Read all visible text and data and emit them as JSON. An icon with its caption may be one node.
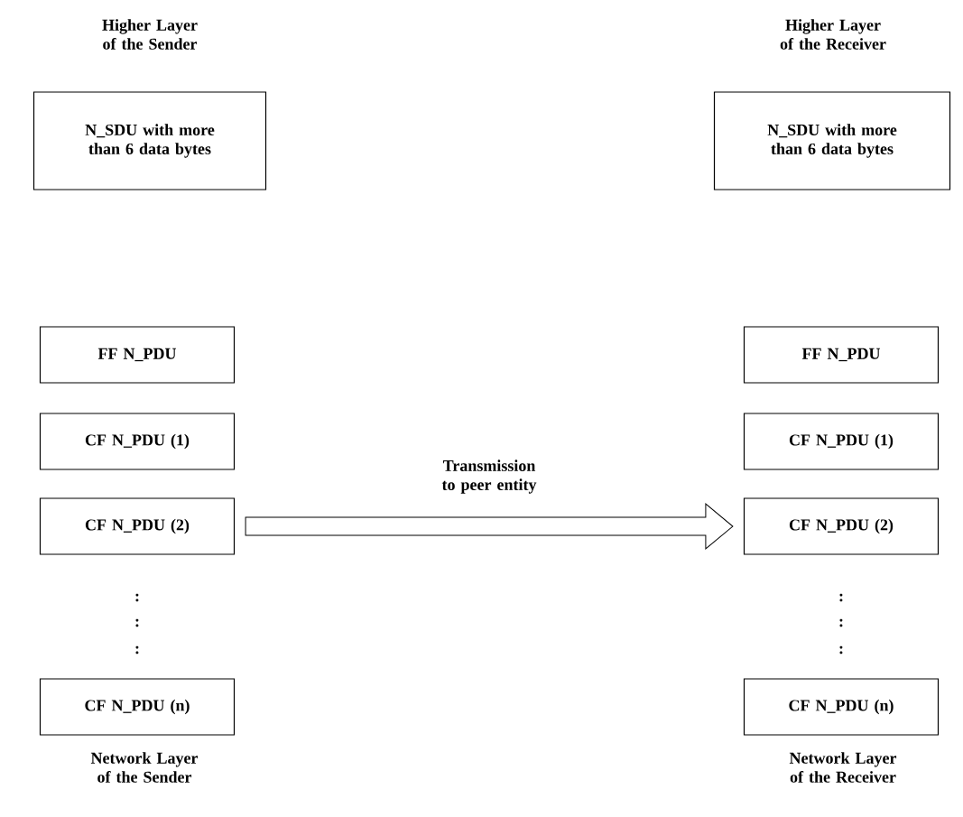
{
  "diagram": {
    "nodes": [
      {
        "text": [
          "N_SDU with more than 6 data bytes"
        ]
      },
      {
        "text": [
          "FF N_PDU"
        ]
      },
      {
        "text": [
          "CF N_PDU (1)"
        ]
      },
      {
        "text": [
          "CF N_PDU (2)"
        ]
      },
      {
        "text": [
          "CF N_PDU (n)"
        ]
      },
      {
        "text": [
          "N_SDU with more than 6 data bytes"
        ]
      },
      {
        "text": [
          "FF N_PDU"
        ]
      },
      {
        "text": [
          "CF N_PDU (1)"
        ]
      },
      {
        "text": [
          "CF N_PDU (2)"
        ]
      },
      {
        "text": [
          "CF N_PDU (n)"
        ]
      }
    ],
    "edges": [
      {
        "from": 3,
        "to": 8,
        "arrow": "to",
        "label": "Transmission to peer entity"
      }
    ],
    "labels": [
      "Higher Layer of the Sender",
      "Higher Layer of the Receiver",
      ":",
      ":",
      ":",
      ":",
      ":",
      ":",
      "Network Layer of the Sender",
      "Network Layer of the Receiver"
    ]
  }
}
